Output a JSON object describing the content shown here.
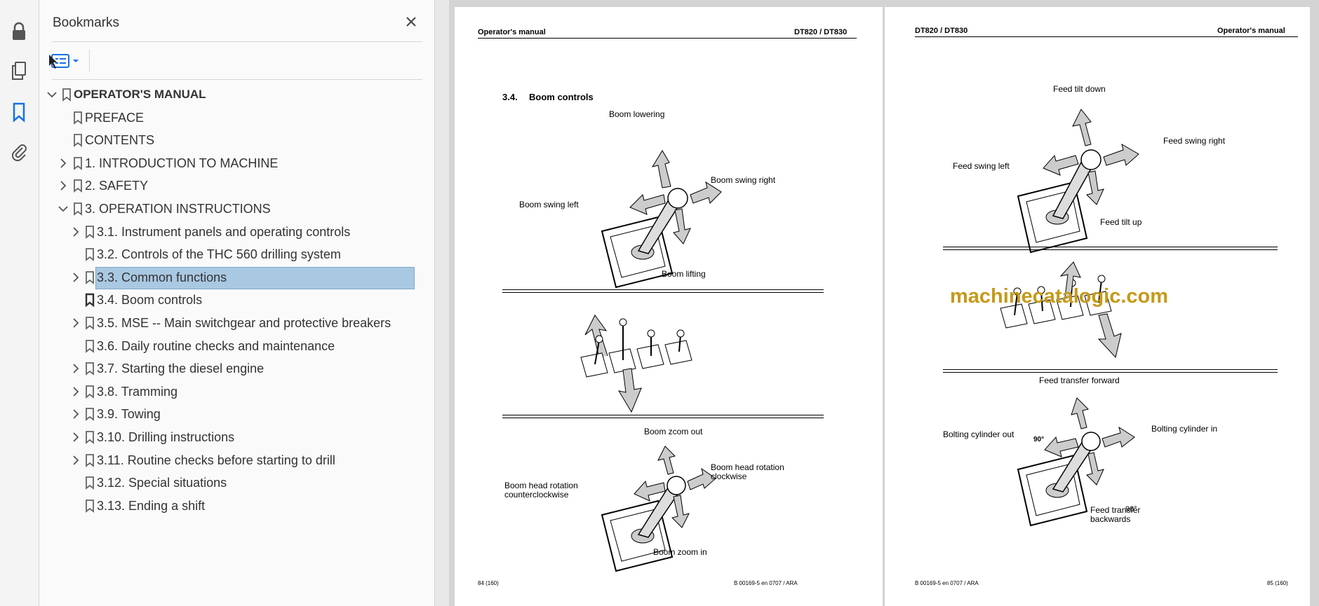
{
  "sidebar": {
    "title": "Bookmarks",
    "items": [
      {
        "label": "OPERATOR'S MANUAL",
        "level": 0,
        "expander": "expanded",
        "bold": true
      },
      {
        "label": "PREFACE",
        "level": 1,
        "expander": "none"
      },
      {
        "label": "CONTENTS",
        "level": 1,
        "expander": "none"
      },
      {
        "label": "1. INTRODUCTION TO MACHINE",
        "level": 1,
        "expander": "collapsed"
      },
      {
        "label": "2. SAFETY",
        "level": 1,
        "expander": "collapsed"
      },
      {
        "label": "3. OPERATION INSTRUCTIONS",
        "level": 1,
        "expander": "expanded"
      },
      {
        "label": "3.1. Instrument panels and operating controls",
        "level": 2,
        "expander": "collapsed"
      },
      {
        "label": "3.2. Controls of the THC 560 drilling system",
        "level": 2,
        "expander": "none"
      },
      {
        "label": "3.3. Common functions",
        "level": 2,
        "expander": "collapsed",
        "selected": true
      },
      {
        "label": "3.4. Boom controls",
        "level": 2,
        "expander": "none",
        "current": true
      },
      {
        "label": "3.5. MSE -- Main switchgear and protective breakers",
        "level": 2,
        "expander": "collapsed"
      },
      {
        "label": "3.6. Daily routine checks and maintenance",
        "level": 2,
        "expander": "none"
      },
      {
        "label": "3.7. Starting the diesel engine",
        "level": 2,
        "expander": "collapsed"
      },
      {
        "label": "3.8. Tramming",
        "level": 2,
        "expander": "collapsed"
      },
      {
        "label": "3.9. Towing",
        "level": 2,
        "expander": "collapsed"
      },
      {
        "label": "3.10. Drilling instructions",
        "level": 2,
        "expander": "collapsed"
      },
      {
        "label": "3.11. Routine checks before starting to drill",
        "level": 2,
        "expander": "collapsed"
      },
      {
        "label": "3.12. Special situations",
        "level": 2,
        "expander": "none"
      },
      {
        "label": "3.13. Ending a shift",
        "level": 2,
        "expander": "none"
      }
    ]
  },
  "rail": {
    "icons": [
      "lock-icon",
      "pages-icon",
      "bookmark-icon",
      "attachment-icon"
    ],
    "active_color": "#1473e6"
  },
  "left_page": {
    "header_left": "Operator's manual",
    "header_right": "DT820 / DT830",
    "section": "3.4.",
    "section_title": "Boom controls",
    "fig1": {
      "up": "Boom lowering",
      "right": "Boom swing right",
      "left": "Boom swing left",
      "down": "Boom lifting"
    },
    "fig3": {
      "up": "Boom zcom out",
      "right_line1": "Boom head rotation",
      "right_line2": "clockwise",
      "left_line1": "Boom head rotation",
      "left_line2": "counterclockwise",
      "down": "Boom zoom in"
    },
    "footer_left": "84 (160)",
    "footer_right": "B 00169-5 en 0707 / ARA"
  },
  "right_page": {
    "header_left": "DT820 / DT830",
    "header_right": "Operator's manual",
    "fig1": {
      "up": "Feed tilt down",
      "right": "Feed swing right",
      "left": "Feed swing left",
      "down": "Feed tilt up"
    },
    "fig3": {
      "up": "Feed transfer forward",
      "right": "Bolting cylinder in",
      "left": "Bolting cylinder out",
      "down_line1": "Feed transfer",
      "down_line2": "backwards",
      "deg_left": "90°",
      "deg_right": "90°"
    },
    "footer_left": "B 00169-5 en 0707 / ARA",
    "footer_right": "85 (160)"
  },
  "watermark": "machinecatalogic.com",
  "colors": {
    "selection": "#a9c8e2",
    "watermark": "#c59a1a",
    "accent": "#1473e6"
  }
}
